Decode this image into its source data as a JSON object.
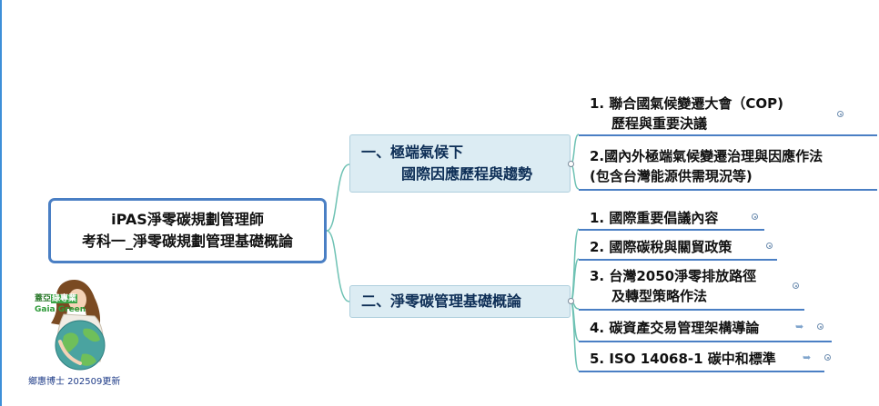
{
  "root": {
    "line1": "iPAS淨零碳規劃管理師",
    "line2": "考科一_淨零碳規劃管理基礎概論"
  },
  "branches": [
    {
      "line1": "一、極端氣候下",
      "line2": "國際因應歷程與趨勢",
      "leaves": [
        {
          "line1": "1. 聯合國氣候變遷大會（COP)",
          "line2": "歷程與重要決議"
        },
        {
          "line1": "2.國內外極端氣候變遷治理與因應作法",
          "line2": "(包含台灣能源供需現況等)"
        }
      ]
    },
    {
      "line1": "二、淨零碳管理基礎概論",
      "leaves": [
        {
          "line1": "1. 國際重要倡議內容"
        },
        {
          "line1": "2. 國際碳稅與關貿政策"
        },
        {
          "line1": "3. 台灣2050淨零排放路徑",
          "line2": "及轉型策略作法"
        },
        {
          "line1": "4. 碳資產交易管理架構導論"
        },
        {
          "line1": "5. ISO 14068-1 碳中和標準"
        }
      ]
    }
  ],
  "logo": {
    "label_prefix": "蓋",
    "label_mid": "亞",
    "label_highlight": "綠專業",
    "label_en": "Gaia Green"
  },
  "author": "鄉惠博士 202509更新",
  "colors": {
    "root_border": "#4a7fc4",
    "branch_fill": "#dcecf3",
    "branch_text": "#0d2e56",
    "connector": "#6fc2b4",
    "leaf_underline": "#4a7fc4"
  },
  "icons": {
    "attachment": "link-arrow-icon",
    "note": "note-dot-icon"
  }
}
